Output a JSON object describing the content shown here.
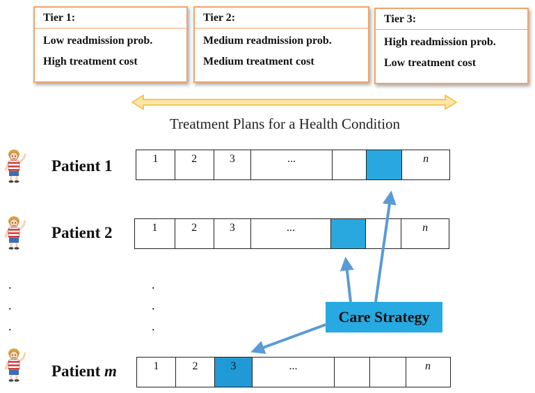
{
  "tiers": [
    {
      "title": "Tier 1:",
      "line1": "Low readmission prob.",
      "line2": "High treatment cost"
    },
    {
      "title": "Tier 2:",
      "line1": "Medium readmission prob.",
      "line2": "Medium treatment cost"
    },
    {
      "title": "Tier 3:",
      "line1": "High readmission prob.",
      "line2": "Low treatment cost"
    }
  ],
  "caption": "Treatment Plans for a Health Condition",
  "patients": [
    {
      "label": "Patient 1",
      "cells": [
        "1",
        "2",
        "3",
        "...",
        "",
        "",
        "n"
      ],
      "highlight": 5
    },
    {
      "label": "Patient 2",
      "cells": [
        "1",
        "2",
        "3",
        "...",
        "",
        "",
        "n"
      ],
      "highlight": 4
    },
    {
      "label_prefix": "Patient ",
      "label_var": "m",
      "cells": [
        "1",
        "2",
        "3",
        "...",
        "",
        "",
        "n"
      ],
      "highlight": 2
    }
  ],
  "care_strategy": "Care Strategy",
  "colors": {
    "tier_border": "#f0a46b",
    "arrow_fill": "#fde6a8",
    "arrow_stroke": "#f2b93b",
    "highlight": "#29a8e0",
    "strategy_arrow": "#5b9bd5"
  },
  "icons": [
    "patient-icon"
  ]
}
